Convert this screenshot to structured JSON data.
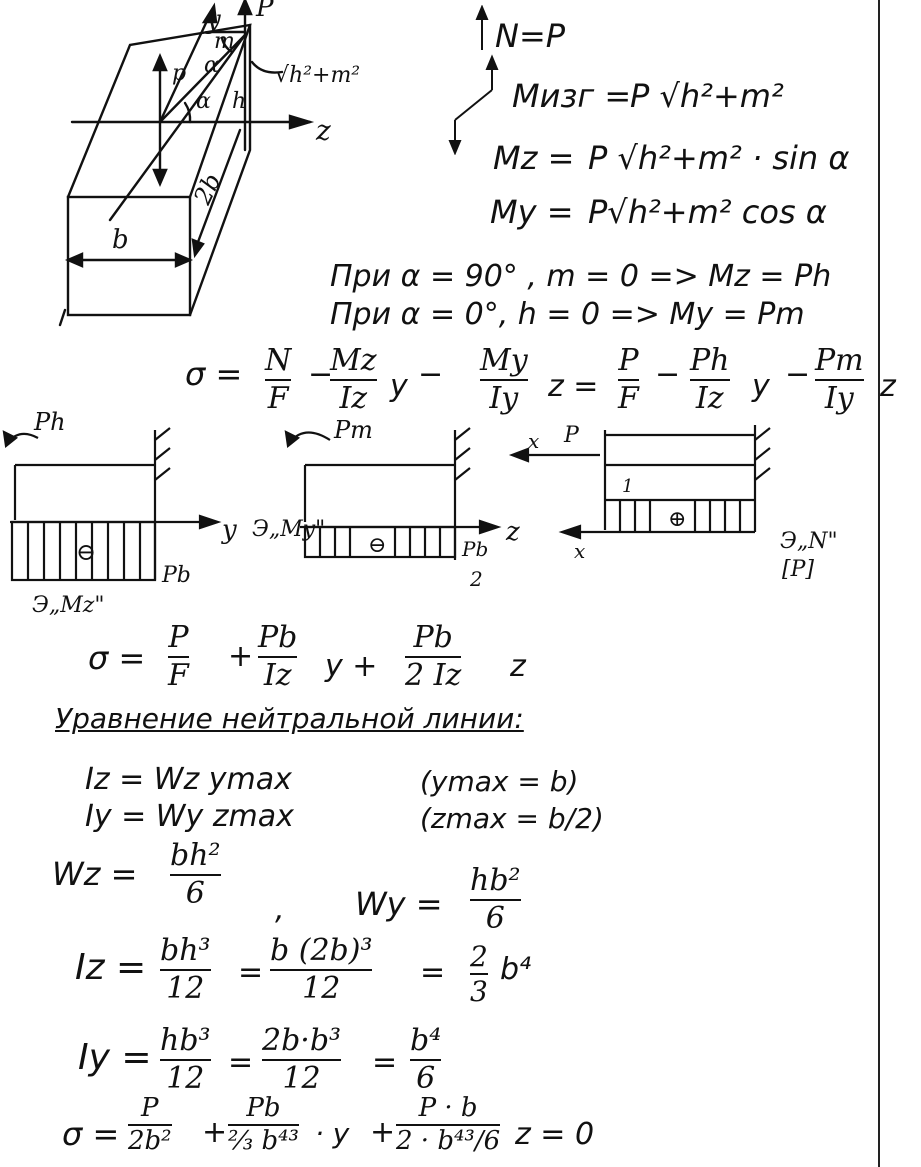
{
  "diagram": {
    "axis_y": "y",
    "axis_p": "P",
    "axis_z": "z",
    "label_m": "m",
    "label_alpha1": "α",
    "label_alpha2": "α",
    "label_p_small": "p",
    "label_h": "h",
    "label_sqrt": "√h²+m²",
    "label_2b": "2b",
    "label_b": "b"
  },
  "right_formulas": {
    "n_eq_p": "N=P",
    "m_izg": "M<sub>изг</sub> = P √h²+m²",
    "m_izg_lhs": "Mизг =",
    "m_izg_rhs": "P √h²+m²",
    "mz_lhs": "Mz =",
    "mz_rhs": "P √h²+m² · sin α",
    "my_lhs": "My =",
    "my_rhs": "P√h²+m² cos α",
    "case1": "При α = 90°  , m = 0 => Mz = Ph",
    "case2": "При α = 0°,   h = 0  => My = Pm"
  },
  "sigma_general": {
    "lhs": "σ =",
    "t1_num": "N",
    "t1_den": "F",
    "minus1": "−",
    "t2_num": "Mz",
    "t2_den": "Iz",
    "t2_var": "y",
    "minus2": "−",
    "t3_num": "My",
    "t3_den": "Iy",
    "t3_var": "z =",
    "t4_num": "P",
    "t4_den": "F",
    "minus3": "−",
    "t5_num": "Ph",
    "t5_den": "Iz",
    "t5_var": "y",
    "minus4": "−",
    "t6_num": "Pm",
    "t6_den": "Iy",
    "t6_var": "z"
  },
  "epures": {
    "e1_load": "Ph",
    "e1_axis": "y",
    "e1_sign": "⊖",
    "e1_value": "Pb",
    "e1_name": "Э„Mz\"",
    "e2_load": "Pm",
    "e2_axis": "z",
    "e2_sign": "⊖",
    "e2_value_num": "Pb",
    "e2_value_den": "2",
    "e2_name": "Э„My\"",
    "e3_x_top": "x",
    "e3_load": "P",
    "e3_one": "1",
    "e3_sign": "⊕",
    "e3_x_bottom": "x",
    "e3_name": "Э„N\"",
    "e3_unit": "[P]"
  },
  "sigma_specific": {
    "lhs": "σ =",
    "t1_num": "P",
    "t1_den": "F",
    "plus1": "+",
    "t2_num": "Pb",
    "t2_den": "Iz",
    "t2_var": "y +",
    "t3_num": "Pb",
    "t3_den": "2 Iz",
    "t3_var": "z"
  },
  "neutral_line": {
    "heading": "Уравнение нейтральной линии:",
    "iz_line": "Iz = Wz ymax",
    "iz_note": "(ymax = b)",
    "iy_line": "Iy = Wy zmax",
    "iy_note": "(zmax = b/2)"
  },
  "moduli": {
    "wz_lhs": "Wz =",
    "wz_num": "bh²",
    "wz_den": "6",
    "sep": ",",
    "wy_lhs": "Wy =",
    "wy_num": "hb²",
    "wy_den": "6",
    "iz_lhs": "Iz =",
    "iz_num1": "bh³",
    "iz_den1": "12",
    "iz_eq": "=",
    "iz_num2": "b (2b)³",
    "iz_den2": "12",
    "iz_eq2": "=",
    "iz_res_num": "2",
    "iz_res_den": "3",
    "iz_res_tail": "b⁴",
    "iy_lhs": "Iy =",
    "iy_num1": "hb³",
    "iy_den1": "12",
    "iy_eq": "=",
    "iy_num2": "2b·b³",
    "iy_den2": "12",
    "iy_eq2": "=",
    "iy_res_num": "b⁴",
    "iy_res_den": "6"
  },
  "final_eq": {
    "lhs": "σ =",
    "t1_num": "P",
    "t1_den": "2b²",
    "plus1": "+",
    "t2_num": "Pb",
    "t2_den": "⅔ b⁴³",
    "t2_var": "· y",
    "plus2": "+",
    "t3_num": "P · b",
    "t3_den": "2 · b⁴³/6",
    "t3_var": "z = 0"
  }
}
